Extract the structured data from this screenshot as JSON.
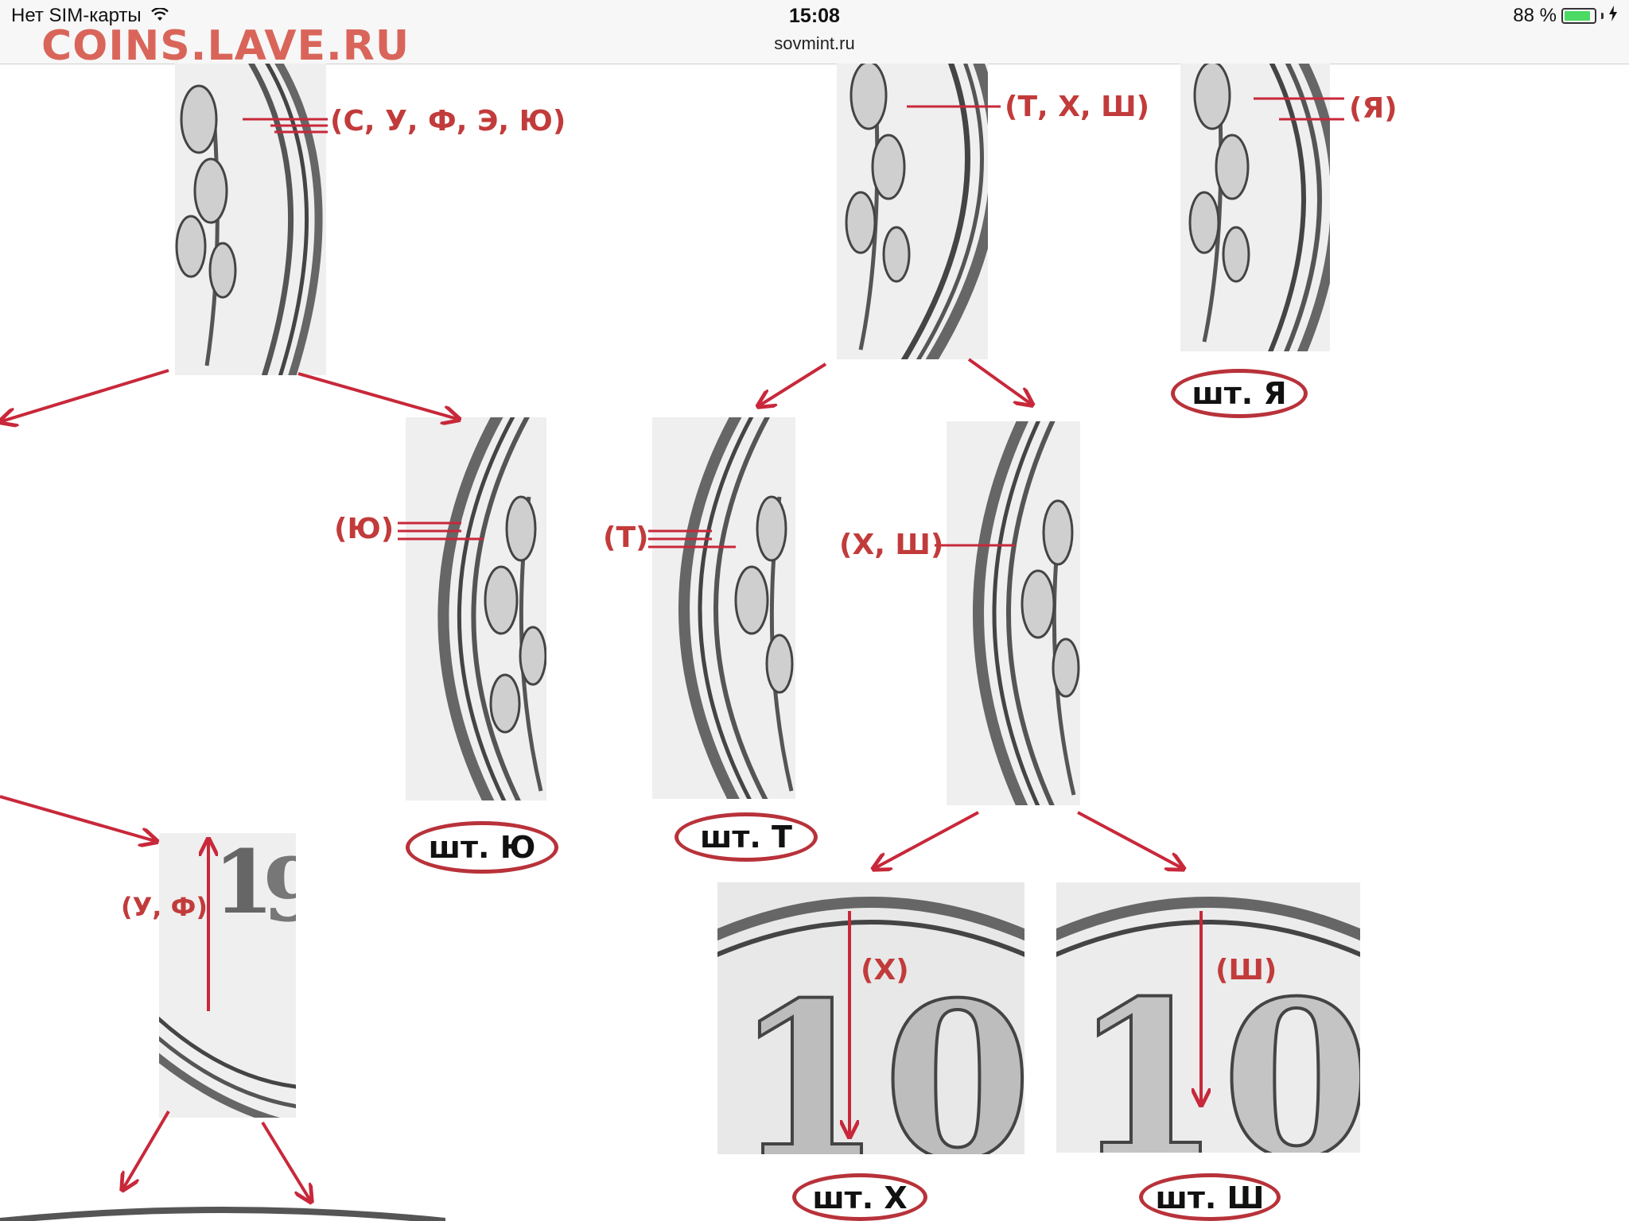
{
  "status_bar": {
    "carrier": "Нет SIM-карты",
    "time": "15:08",
    "url": "sovmint.ru",
    "battery_text": "88 %",
    "battery_level": 0.88
  },
  "watermark": "COINS.LAVE.RU",
  "labels": {
    "top_left": "(С, У, Ф, Э, Ю)",
    "top_mid": "(Т, Х, Ш)",
    "top_right": "(Я)",
    "yu": "(Ю)",
    "t": "(Т)",
    "kh_sh": "(Х, Ш)",
    "u_f": "(У, Ф)",
    "kh": "(Х)",
    "sh": "(Ш)"
  },
  "dies": {
    "ya": "шт. Я",
    "yu": "шт. Ю",
    "t": "шт. Т",
    "kh": "шт. Х",
    "sh": "шт. Ш"
  },
  "colors": {
    "accent_red": "#c23b3b",
    "logo_red": "#d9655a"
  }
}
